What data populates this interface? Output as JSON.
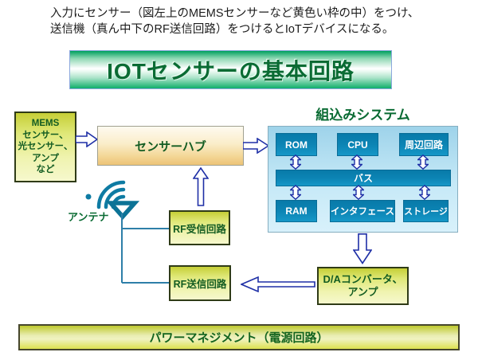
{
  "intro": {
    "line1": "入力にセンサー（図左上のMEMSセンサーなど黄色い枠の中）をつけ、",
    "line2": "送信機（真ん中下のRF送信回路）をつけるとIoTデバイスになる。"
  },
  "title_banner": {
    "text": "IOTセンサーの基本回路"
  },
  "diagram": {
    "mems_box": {
      "lines": [
        "MEMS",
        "センサー、",
        "光センサー、",
        "アンプ",
        "など"
      ]
    },
    "sensor_hub": {
      "label": "センサーハブ"
    },
    "embedded_system": {
      "title": "組込みシステム",
      "components": {
        "rom": "ROM",
        "cpu": "CPU",
        "peripheral": "周辺回路",
        "bus": "バス",
        "ram": "RAM",
        "interface": "インタフェース",
        "storage": "ストレージ"
      }
    },
    "antenna": {
      "label": "アンテナ"
    },
    "rf_receiver": {
      "label": "RF受信回路"
    },
    "rf_transmitter": {
      "label": "RF送信回路"
    },
    "da_converter": {
      "lines": [
        "D/Aコンバータ、",
        "アンプ"
      ]
    },
    "power": {
      "label": "パワーマネジメント（電源回路）"
    }
  },
  "icons": [
    "wifi-waves-icon",
    "antenna-icon",
    "arrow-icons"
  ],
  "colors": {
    "banner_green": "#00a05e",
    "title_text_green": "#0a6b33",
    "box_text_green": "#135c22",
    "yellow_box": "#dfe878",
    "teal_component": "#0c84b4",
    "embedded_bg": "#c6e9f7",
    "arrow_navy": "#1e2fa6",
    "connector_teal": "#2e7fa8"
  }
}
